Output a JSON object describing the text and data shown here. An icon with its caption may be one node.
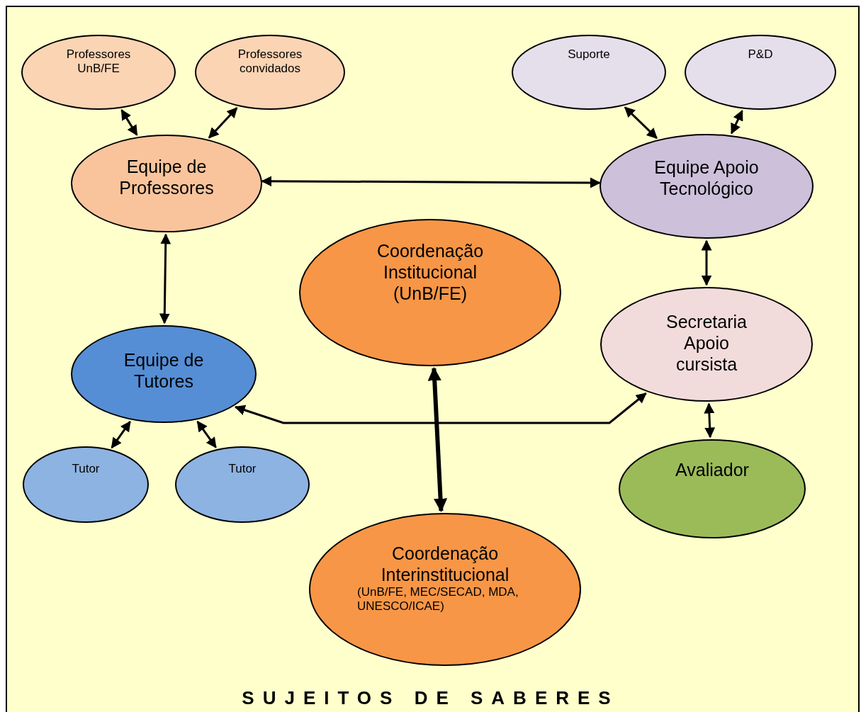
{
  "diagram": {
    "title": "SUJEITOS DE SABERES",
    "nodes": [
      {
        "text": [
          "Professores UnB/FE"
        ]
      },
      {
        "text": [
          "Professores convidados"
        ]
      },
      {
        "text": [
          "Equipe de Professores"
        ]
      },
      {
        "text": [
          "Suporte"
        ]
      },
      {
        "text": [
          "P&D"
        ]
      },
      {
        "text": [
          "Equipe Apoio Tecnológico"
        ]
      },
      {
        "text": [
          "Coordenação Institucional (UnB/FE)"
        ]
      },
      {
        "text": [
          "Equipe de Tutores"
        ]
      },
      {
        "text": [
          "Secretaria Apoio cursista"
        ]
      },
      {
        "text": [
          "Tutor"
        ]
      },
      {
        "text": [
          "Tutor"
        ]
      },
      {
        "text": [
          "Avaliador"
        ]
      },
      {
        "text": [
          "Coordenação Interinstitucional",
          "(UnB/FE, MEC/SECAD, MDA, UNESCO/ICAE)"
        ]
      }
    ],
    "edges": [
      {
        "from": 0,
        "to": 2,
        "arrow": "both"
      },
      {
        "from": 1,
        "to": 2,
        "arrow": "both"
      },
      {
        "from": 3,
        "to": 5,
        "arrow": "both"
      },
      {
        "from": 4,
        "to": 5,
        "arrow": "both"
      },
      {
        "from": 2,
        "to": 5,
        "arrow": "both"
      },
      {
        "from": 2,
        "to": 7,
        "arrow": "both"
      },
      {
        "from": 5,
        "to": 8,
        "arrow": "both"
      },
      {
        "from": 7,
        "to": 9,
        "arrow": "both"
      },
      {
        "from": 7,
        "to": 10,
        "arrow": "both"
      },
      {
        "from": 7,
        "to": 8,
        "arrow": "both"
      },
      {
        "from": 8,
        "to": 11,
        "arrow": "both"
      },
      {
        "from": 6,
        "to": 12,
        "arrow": "both",
        "style": "thick"
      }
    ]
  }
}
